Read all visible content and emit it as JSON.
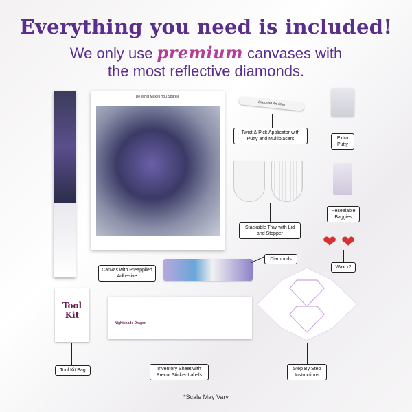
{
  "headline": "Everything you need is included!",
  "subline": {
    "before": "We only use",
    "premium": "premium",
    "after": "canvases with",
    "line2": "the most reflective diamonds."
  },
  "canvas_title": "Do What Makes You Sparkle",
  "pen_text": "Diamond Art Club",
  "toolkit_title": "Tool Kit",
  "inventory_title": "Nightshade Dragon",
  "labels": {
    "twist_pick": "Twist & Pick Applicator with Putty and Multiplacers",
    "extra_putty": "Extra Putty",
    "resealable": "Resealable Baggies",
    "stackable": "Stackable Tray with Lid and Stopper",
    "diamonds": "Diamonds",
    "wax": "Wax x2",
    "canvas": "Canvas with Preapplied Adhesive",
    "toolkit_bag": "Tool Kit Bag",
    "inventory": "Inventory Sheet with Precut Sticker Labels",
    "step": "Step By Step Instructions"
  },
  "footnote": "*Scale May Vary",
  "colors": {
    "brand_purple": "#5a2f8c",
    "premium_pink": "#b43d96"
  }
}
